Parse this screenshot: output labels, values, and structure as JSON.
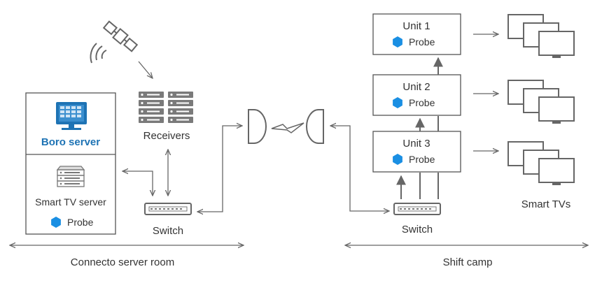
{
  "colors": {
    "line": "#666666",
    "text": "#333333",
    "accent": "#1e73b4",
    "probe": "#1a8fe3",
    "device_gray": "#777777"
  },
  "left_section": {
    "boro_server_label": "Boro server",
    "smart_tv_server_label": "Smart TV server",
    "probe_label": "Probe",
    "receivers_label": "Receivers",
    "switch_label": "Switch",
    "room_label": "Connecto server room"
  },
  "right_section": {
    "units": [
      {
        "name": "Unit 1",
        "probe_label": "Probe"
      },
      {
        "name": "Unit 2",
        "probe_label": "Probe"
      },
      {
        "name": "Unit 3",
        "probe_label": "Probe"
      }
    ],
    "switch_label": "Switch",
    "smart_tvs_label": "Smart TVs",
    "camp_label": "Shift camp"
  },
  "icons": [
    "satellite-icon",
    "receivers-rack-icon",
    "boro-server-icon",
    "smart-tv-server-icon",
    "probe-icon",
    "switch-icon",
    "antenna-icon",
    "wireless-link-icon",
    "tv-stack-icon"
  ]
}
